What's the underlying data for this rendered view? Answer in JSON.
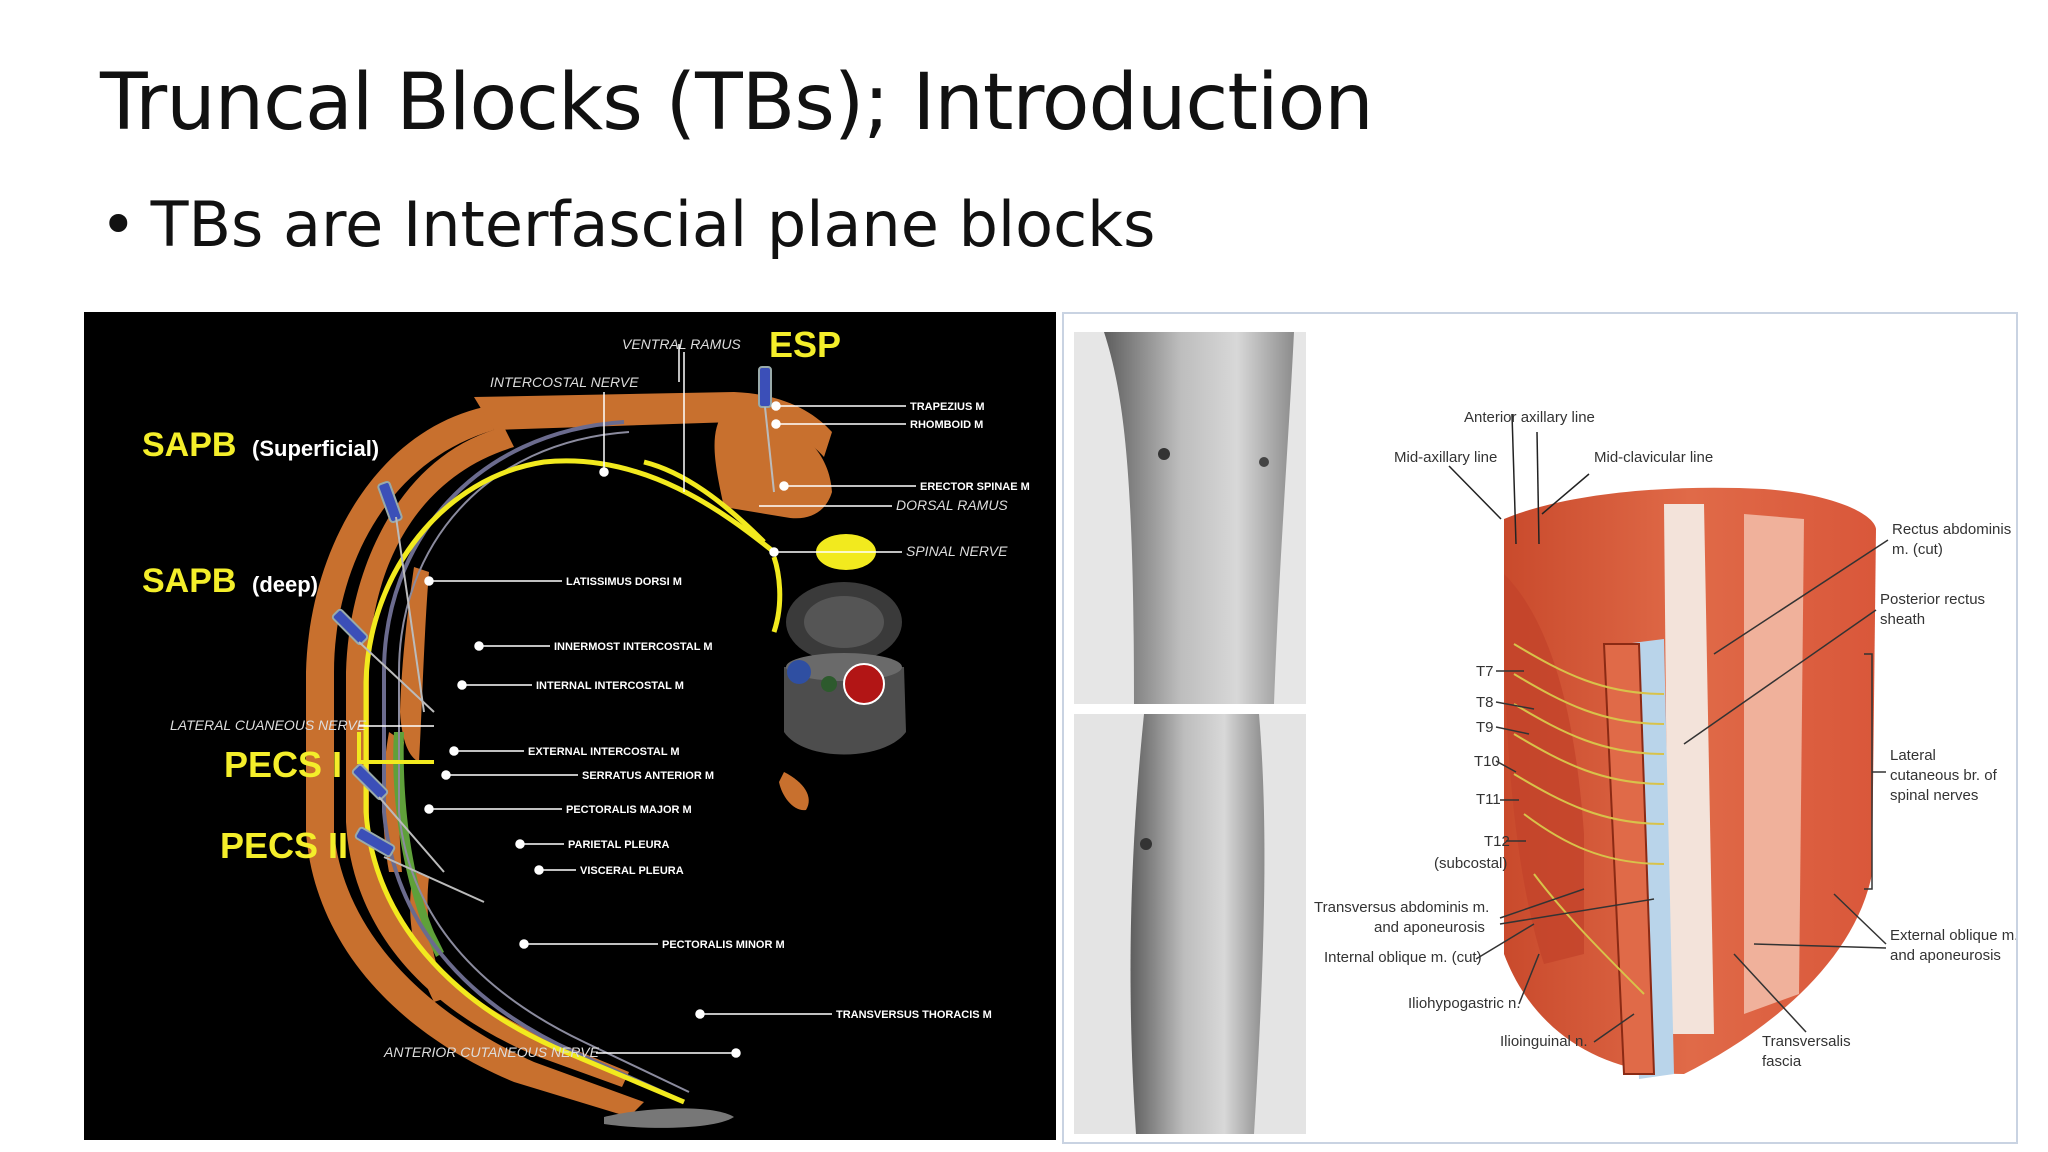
{
  "slide": {
    "title": "Truncal Blocks (TBs); Introduction",
    "bullet": "TBs are Interfascial plane blocks"
  },
  "left_figure": {
    "block_labels": {
      "esp": "ESP",
      "sapb_sup": "SAPB",
      "sapb_sup_note": "(Superficial)",
      "sapb_deep": "SAPB",
      "sapb_deep_note": "(deep)",
      "pecs1": "PECS I",
      "pecs2": "PECS II"
    },
    "nerve_labels": {
      "ventral_ramus": "VENTRAL RAMUS",
      "intercostal_nerve": "INTERCOSTAL NERVE",
      "dorsal_ramus": "DORSAL RAMUS",
      "spinal_nerve": "SPINAL NERVE",
      "lateral_cutaneous": "LATERAL CUANEOUS NERVE",
      "anterior_cutaneous": "ANTERIOR CUTANEOUS NERVE"
    },
    "structure_labels": {
      "trapezius": "TRAPEZIUS M",
      "rhomboid": "RHOMBOID M",
      "erector": "ERECTOR SPINAE M",
      "latissimus": "LATISSIMUS DORSI M",
      "innermost": "INNERMOST INTERCOSTAL M",
      "internal": "INTERNAL INTERCOSTAL M",
      "external": "EXTERNAL INTERCOSTAL M",
      "serratus": "SERRATUS ANTERIOR M",
      "pec_major": "PECTORALIS MAJOR M",
      "parietal": "PARIETAL PLEURA",
      "visceral": "VISCERAL PLEURA",
      "pec_minor": "PECTORALIS MINOR M",
      "transversus_thoracis": "TRANSVERSUS THORACIS M"
    },
    "colors": {
      "muscle": "#c8702e",
      "nerve": "#f2ea1e",
      "label_yellow": "#f4ee2a",
      "background": "#000000"
    }
  },
  "right_figure": {
    "line_labels": {
      "anterior_axillary": "Anterior axillary line",
      "mid_axillary": "Mid-axillary line",
      "mid_clavicular": "Mid-clavicular line"
    },
    "dermatomes": [
      "T7",
      "T8",
      "T9",
      "T10",
      "T11",
      "T12",
      "(subcostal)"
    ],
    "left_labels": {
      "transversus_1": "Transversus abdominis m.",
      "transversus_2": "and aponeurosis",
      "internal_oblique": "Internal oblique m. (cut)",
      "iliohypogastric": "Iliohypogastric n.",
      "ilioinguinal": "Ilioinguinal n."
    },
    "right_labels": {
      "rectus_1": "Rectus abdominis",
      "rectus_2": "m. (cut)",
      "posterior_1": "Posterior rectus",
      "posterior_2": "sheath",
      "lateral_1": "Lateral",
      "lateral_2": "cutaneous br. of",
      "lateral_3": "spinal nerves",
      "external_1": "External oblique m.",
      "external_2": "and aponeurosis",
      "transversalis_1": "Transversalis",
      "transversalis_2": "fascia"
    },
    "colors": {
      "muscle": "#d9573a",
      "muscle_light": "#f0b19b",
      "nerve": "#d8c24a"
    }
  }
}
